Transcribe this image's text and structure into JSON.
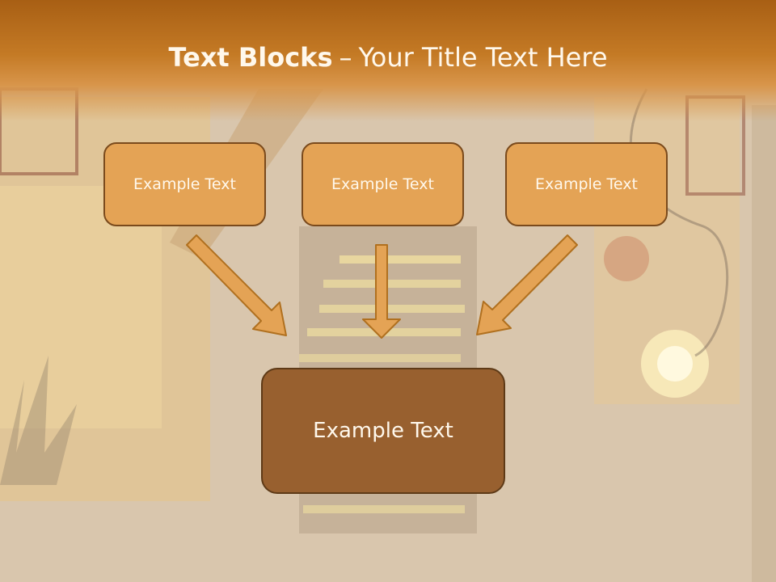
{
  "slide": {
    "title_bold": "Text Blocks",
    "title_dash": "–",
    "title_rest": "Your Title Text Here"
  },
  "blocks": {
    "left": "Example Text",
    "center": "Example Text",
    "right": "Example Text",
    "bottom": "Example Text"
  },
  "colors": {
    "header": "#b8701e",
    "small_box": "#e4a355",
    "big_box": "#98602f",
    "arrow": "#e4a355"
  }
}
